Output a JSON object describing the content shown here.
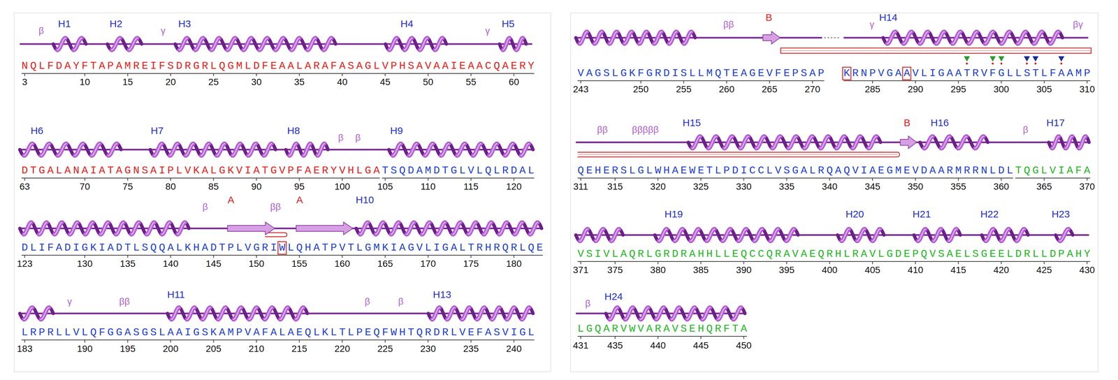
{
  "diagram": {
    "labels": [
      "β",
      "H1",
      "H2",
      "γ",
      "H3",
      "H4",
      "γ",
      "H5",
      "NQLFDAYFTAPAMREIFSDRGRLQGMLDFEAALARAFASAGLVPHSAVAAIEAACQAERY",
      "3",
      "10",
      "15",
      "20",
      "25",
      "30",
      "35",
      "40",
      "45",
      "50",
      "55",
      "60",
      "H6",
      "H7",
      "H8",
      "β",
      "β",
      "H9",
      "DTGALANAIATAGNSAIPLVKALGKVIATGVPFAERYVHLGA",
      "TSQDAMDTGLVLQLRDAL",
      "63",
      "70",
      "75",
      "80",
      "85",
      "90",
      "95",
      "100",
      "105",
      "110",
      "115",
      "120",
      "β",
      "A",
      "ββ",
      "A",
      "H10",
      "DLIFADIGKIADTLSQQALKHADTPLVGRIWLQHATPVTLGMKIAGVLIGALTRHRQRLQE",
      "123",
      "130",
      "135",
      "140",
      "145",
      "150",
      "155",
      "160",
      "165",
      "170",
      "175",
      "180",
      "γ",
      "ββ",
      "H11",
      "β",
      "β",
      "H13",
      "LRPRLLVLQFGGASGSLAAIGSKAMPVAFALAEQLKLTLPEQFWHTQRDRLVEFASVIGL",
      "183",
      "190",
      "195",
      "200",
      "205",
      "210",
      "215",
      "220",
      "225",
      "230",
      "235",
      "240",
      "ββ",
      "B",
      "γ",
      "H14",
      "βγ",
      "VAGSLGKFGRDISLLMQTEAGEVFEPSAP",
      "KRNPVGAAVLIGAATRVFGLLSTLFAAMP",
      "243",
      "250",
      "255",
      "260",
      "265",
      "270",
      "285",
      "290",
      "295",
      "300",
      "305",
      "310",
      "ββ",
      "βββββ",
      "H15",
      "B",
      "H16",
      "β",
      "H17",
      "QEHERSLGLWHAEWETLPDICCLVSGALRQAQVIAEGMEVDAARMRRNLDL",
      "TQGLVIAFA",
      "311",
      "315",
      "320",
      "325",
      "330",
      "335",
      "340",
      "345",
      "350",
      "355",
      "360",
      "365",
      "370",
      "H19",
      "H20",
      "H21",
      "H22",
      "H23",
      "VSIVLAQRLGRDRAHHLLEQCCQRAVAEQRHLRAVLGDEPQVSAELSGEELDRLLDPAHY",
      "371",
      "375",
      "380",
      "385",
      "390",
      "395",
      "400",
      "405",
      "410",
      "415",
      "420",
      "425",
      "430",
      "β",
      "H24",
      "LGQARVWVARAVSEHQRFTA",
      "431",
      "435",
      "440",
      "445",
      "450"
    ]
  }
}
